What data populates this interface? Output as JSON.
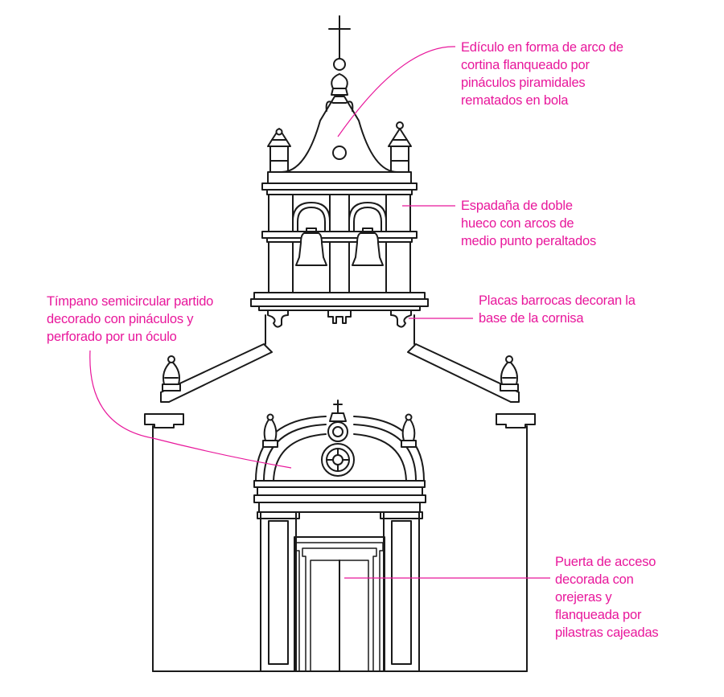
{
  "annotations": {
    "ediculo": "Edículo en forma de arco de\ncortina flanqueado por\npináculos piramidales\nrematados en bola",
    "espadana": "Espadaña de doble\nhueco con arcos de\nmedio punto peraltados",
    "timpano": "Tímpano semicircular partido\ndecorado con pináculos y\nperforado por un óculo",
    "placas": "Placas barrocas decoran la\nbase de la cornisa",
    "puerta": "Puerta de acceso\ndecorada con\norejeras y\nflanqueada por\npilastras cajeadas"
  },
  "colors": {
    "annotation": "#e8179b",
    "line": "#1a1a1a",
    "background": "#ffffff"
  }
}
